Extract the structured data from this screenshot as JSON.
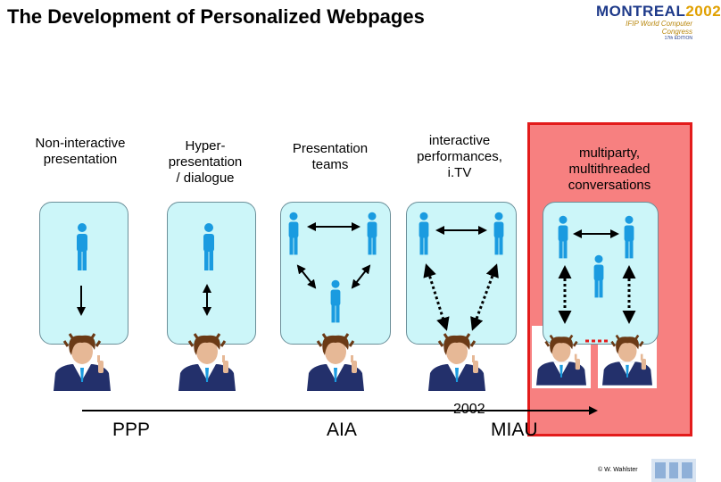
{
  "title": "The Development of Personalized Webpages",
  "logo": {
    "main_a": "MONTREAL",
    "main_b": "2002",
    "line2": "IFIP World Computer Congress",
    "line3": "17th EDITION"
  },
  "stages": [
    {
      "caption": "Non-interactive\npresentation"
    },
    {
      "caption": "Hyper-\npresentation\n/ dialogue"
    },
    {
      "caption": "Presentation\nteams"
    },
    {
      "caption": "interactive\nperformances,\ni.TV"
    },
    {
      "caption": "multiparty,\nmultithreaded\nconversations"
    }
  ],
  "timeline": {
    "labels": [
      "PPP",
      "AIA",
      "MIAU"
    ],
    "year": "2002"
  },
  "copyright": "© W. Wahlster",
  "colors": {
    "panel": "#ccf6f9",
    "highlight_fill": "#f78080",
    "highlight_border": "#e31b1b",
    "figure": "#1a9be0"
  }
}
